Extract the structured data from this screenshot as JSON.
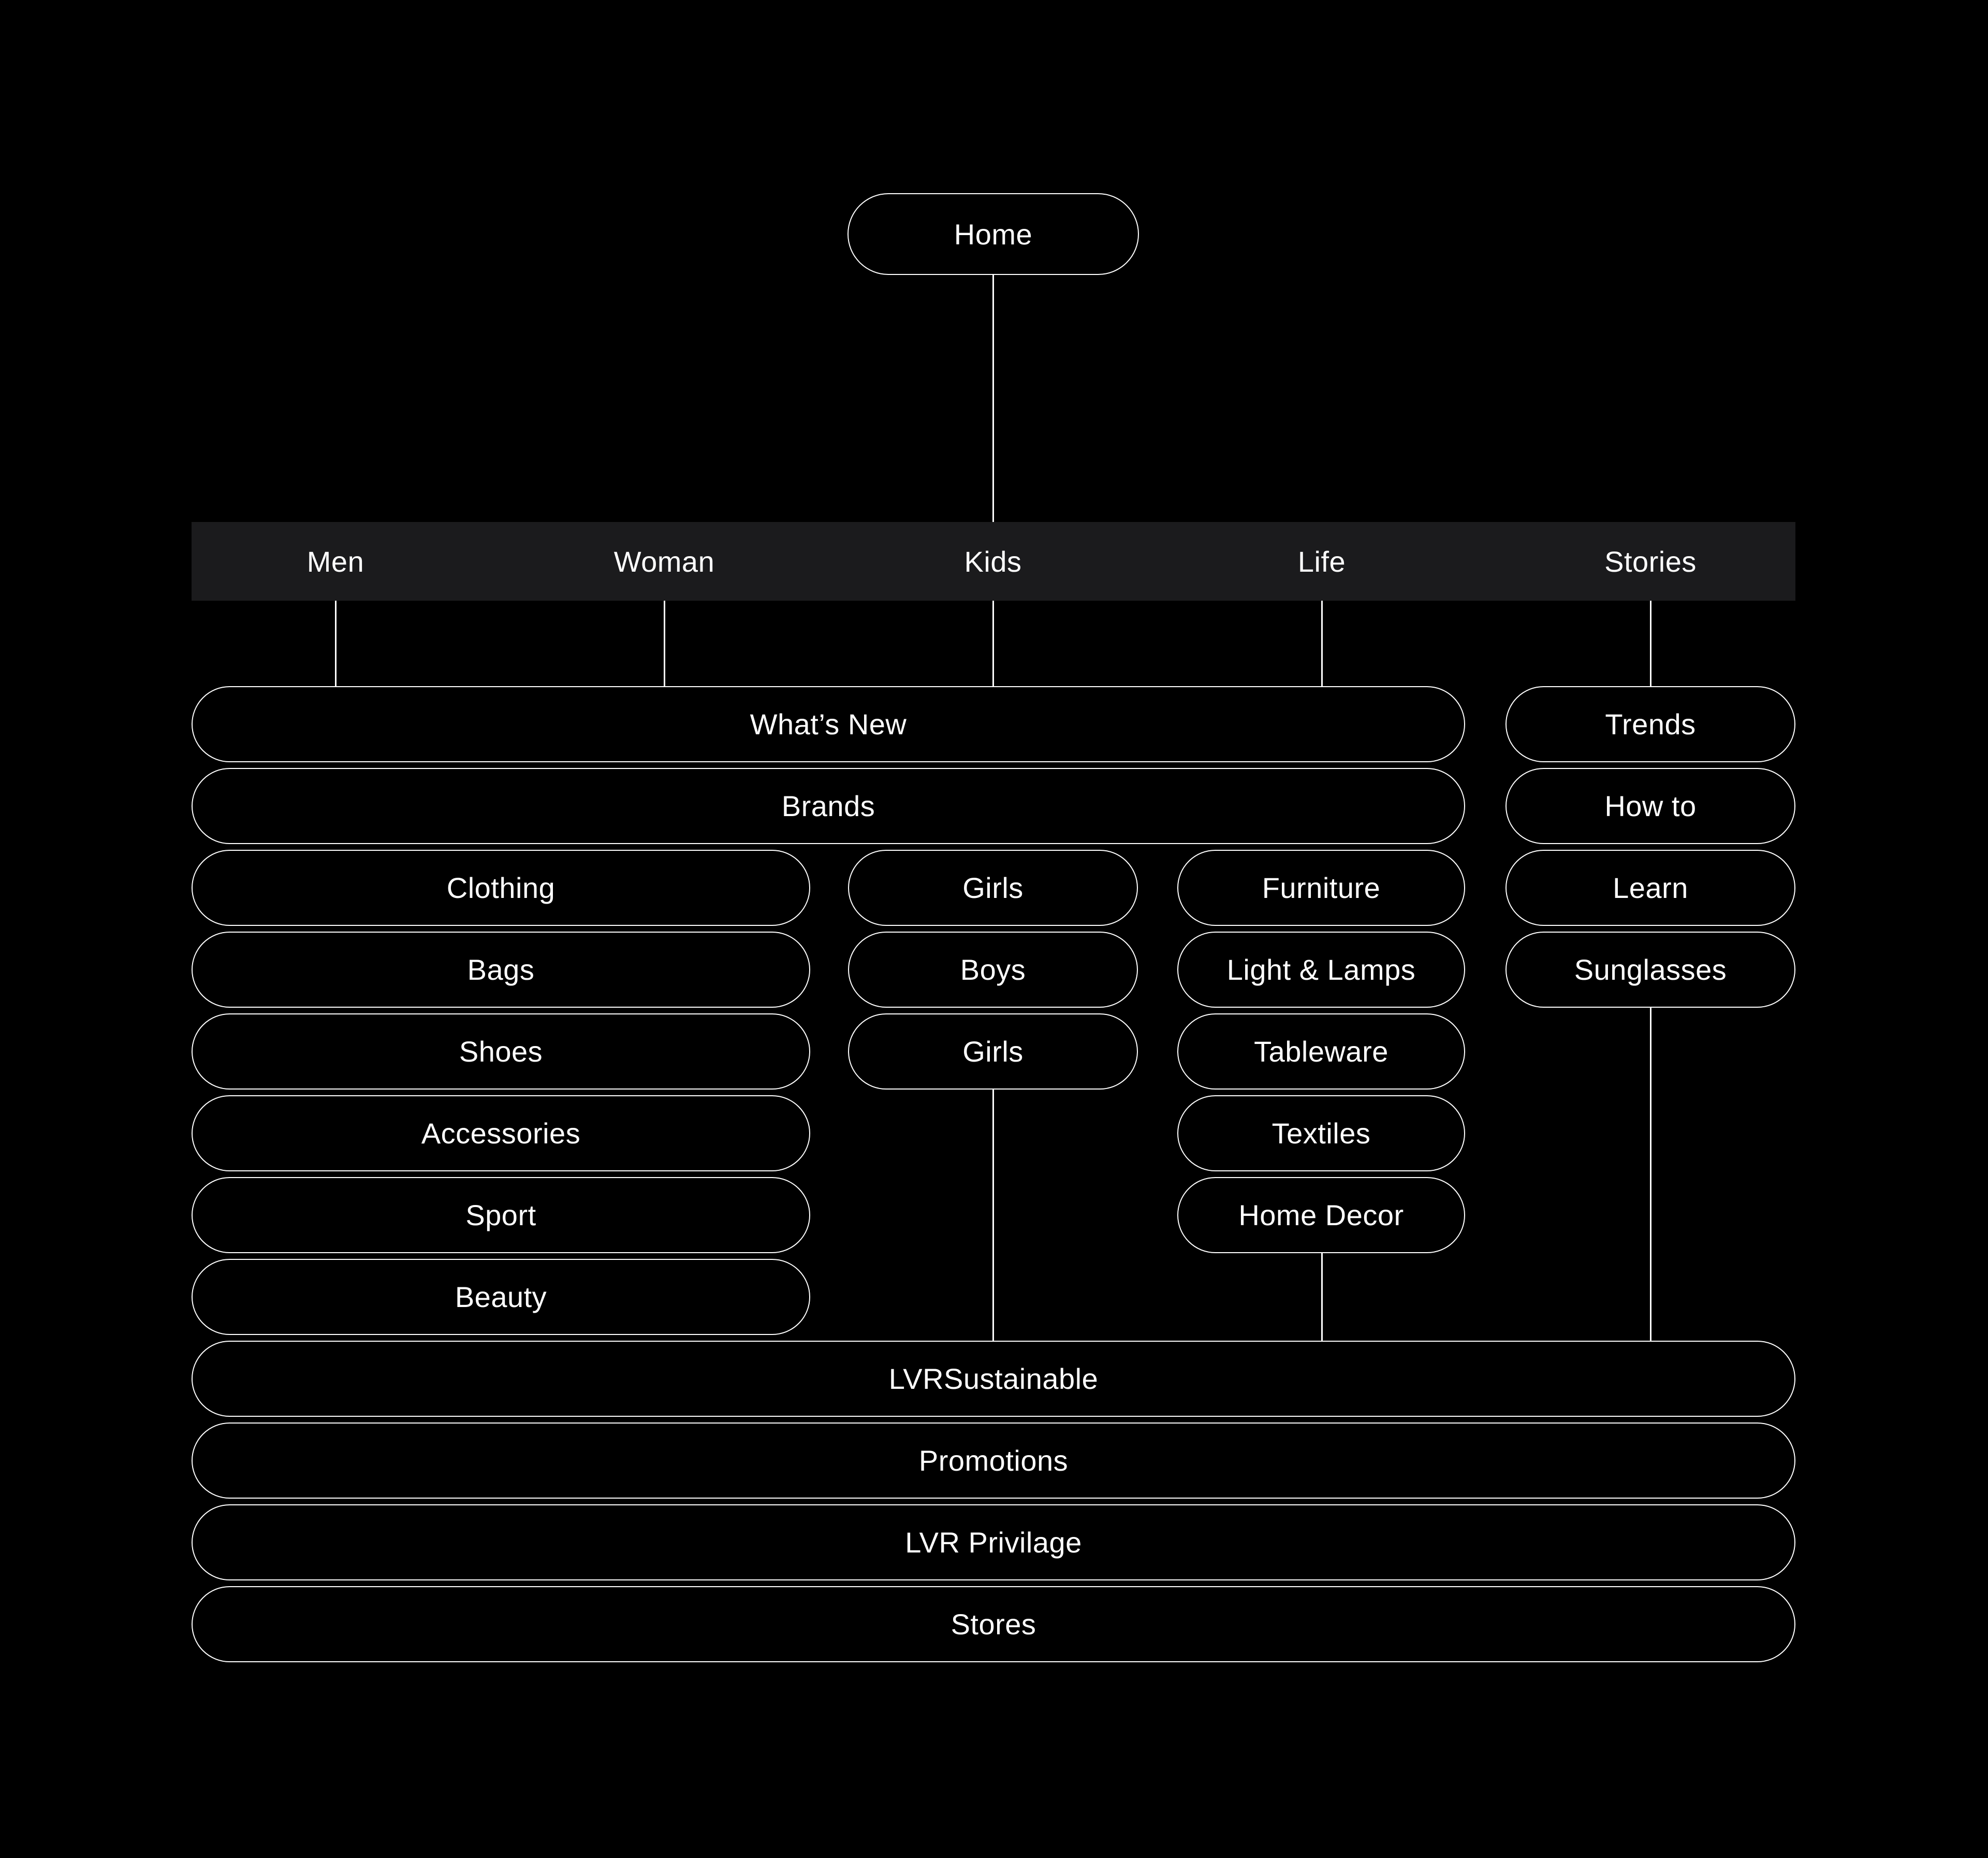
{
  "diagram": {
    "colors": {
      "background": "#000000",
      "line": "#ffffff",
      "menu_bar": "#1b1b1d",
      "text": "#ffffff"
    },
    "home": "Home",
    "menu": [
      "Men",
      "Woman",
      "Kids",
      "Life",
      "Stories"
    ],
    "shared": [
      "What’s New",
      "Brands"
    ],
    "men_woman": [
      "Clothing",
      "Bags",
      "Shoes",
      "Accessories",
      "Sport",
      "Beauty"
    ],
    "kids": [
      "Girls",
      "Boys",
      "Girls"
    ],
    "life": [
      "Furniture",
      "Light & Lamps",
      "Tableware",
      "Textiles",
      "Home Decor"
    ],
    "stories": [
      "Trends",
      "How to",
      "Learn",
      "Sunglasses"
    ],
    "footer": [
      "LVRSustainable",
      "Promotions",
      "LVR Privilage",
      "Stores"
    ]
  }
}
